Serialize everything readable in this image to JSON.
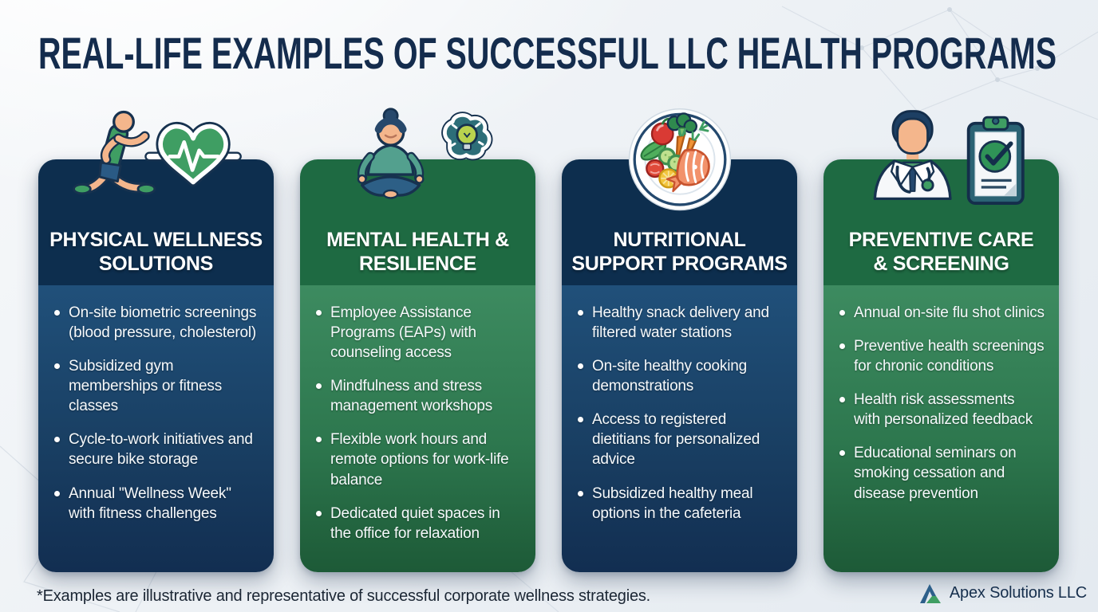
{
  "page": {
    "title": "REAL-LIFE EXAMPLES OF SUCCESSFUL LLC HEALTH PROGRAMS",
    "footnote": "*Examples are illustrative and representative of successful corporate wellness strategies.",
    "brand": "Apex Solutions LLC"
  },
  "colors": {
    "title_navy": "#142c4d",
    "navy_header": "#0d2e4e",
    "navy_body_top": "#20507a",
    "navy_body_bottom": "#122e51",
    "green_header": "#1e6a42",
    "green_body_top": "#3d8b60",
    "green_body_bottom": "#1d5a37",
    "background": "#edf1f5",
    "bullet_text": "#f6f9fb",
    "accent_green": "#3f9e63",
    "skin": "#f4b68c"
  },
  "cards": [
    {
      "theme": "navy",
      "icon": "runner-heartbeat-icon",
      "header_line1": "PHYSICAL WELLNESS",
      "header_line2": "SOLUTIONS",
      "bullets": [
        "On-site biometric screenings (blood pressure, cholesterol)",
        "Subsidized gym memberships or fitness classes",
        "Cycle-to-work initiatives and secure bike storage",
        "Annual \"Wellness Week\" with fitness challenges"
      ]
    },
    {
      "theme": "green",
      "icon": "meditation-brain-icon",
      "header_line1": "MENTAL HEALTH &",
      "header_line2": "RESILIENCE",
      "bullets": [
        "Employee Assistance Programs (EAPs) with counseling access",
        "Mindfulness and stress management workshops",
        "Flexible work hours and remote options for work-life balance",
        "Dedicated quiet spaces in the office for relaxation"
      ]
    },
    {
      "theme": "navy",
      "icon": "healthy-food-plate-icon",
      "header_line1": "NUTRITIONAL",
      "header_line2": "SUPPORT PROGRAMS",
      "bullets": [
        "Healthy snack delivery and filtered water stations",
        "On-site healthy cooking demonstrations",
        "Access to registered dietitians for personalized advice",
        "Subsidized healthy meal options in the cafeteria"
      ]
    },
    {
      "theme": "green",
      "icon": "doctor-checklist-icon",
      "header_line1": "PREVENTIVE CARE",
      "header_line2": "& SCREENING",
      "bullets": [
        "Annual on-site flu shot clinics",
        "Preventive health screenings for chronic conditions",
        "Health risk assessments with personalized feedback",
        "Educational seminars on smoking cessation and disease prevention"
      ]
    }
  ]
}
